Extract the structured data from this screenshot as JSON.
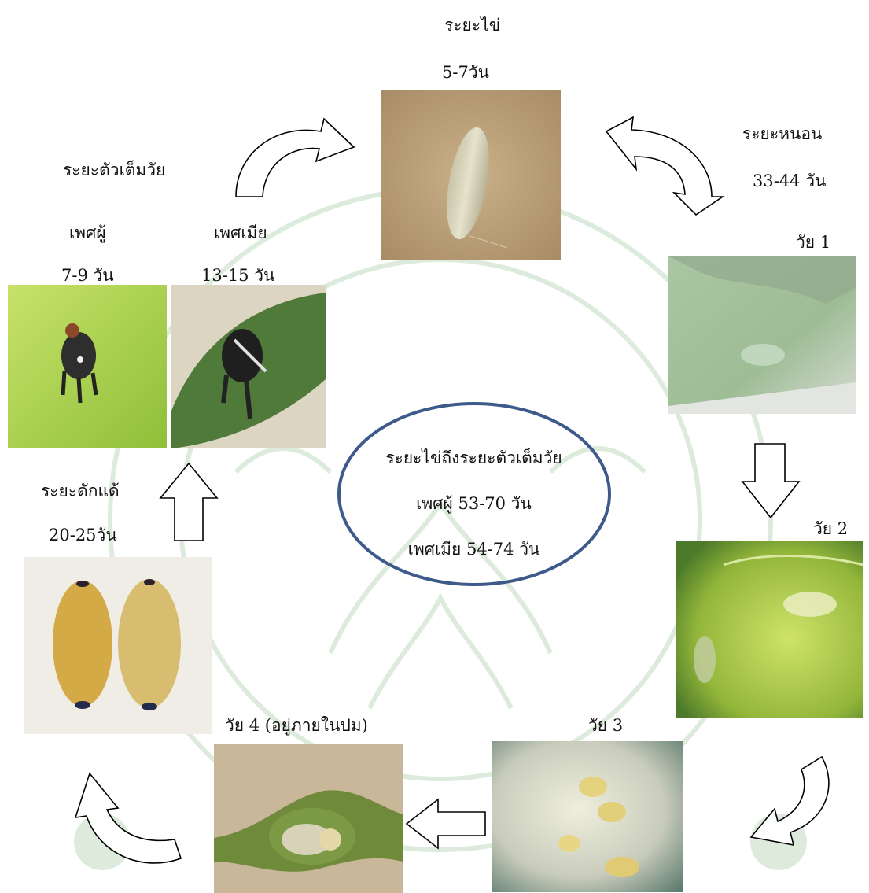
{
  "stages": {
    "egg": {
      "title": "ระยะไข่",
      "duration": "5-7วัน"
    },
    "larva": {
      "title": "ระยะหนอน",
      "duration": "33-44 วัน"
    },
    "instar1": {
      "label": "วัย 1"
    },
    "instar2": {
      "label": "วัย 2"
    },
    "instar3": {
      "label": "วัย 3"
    },
    "instar4": {
      "label": "วัย 4 (อยู่ภายในปม)"
    },
    "pupa": {
      "title": "ระยะดักแด้",
      "duration": "20-25วัน"
    },
    "adult": {
      "title": "ระยะตัวเต็มวัย",
      "male": {
        "label": "เพศผู้",
        "duration": "7-9 วัน"
      },
      "female": {
        "label": "เพศเมีย",
        "duration": "13-15 วัน"
      }
    }
  },
  "summary": {
    "line1": "ระยะไข่ถึงระยะตัวเต็มวัย",
    "line2": "เพศผู้ 53-70 วัน",
    "line3": "เพศเมีย 54-74 วัน"
  },
  "colors": {
    "ellipse_stroke": "#3d5a8a",
    "watermark": "#dcebdc",
    "arrow_stroke": "#000000",
    "arrow_fill": "#ffffff"
  }
}
